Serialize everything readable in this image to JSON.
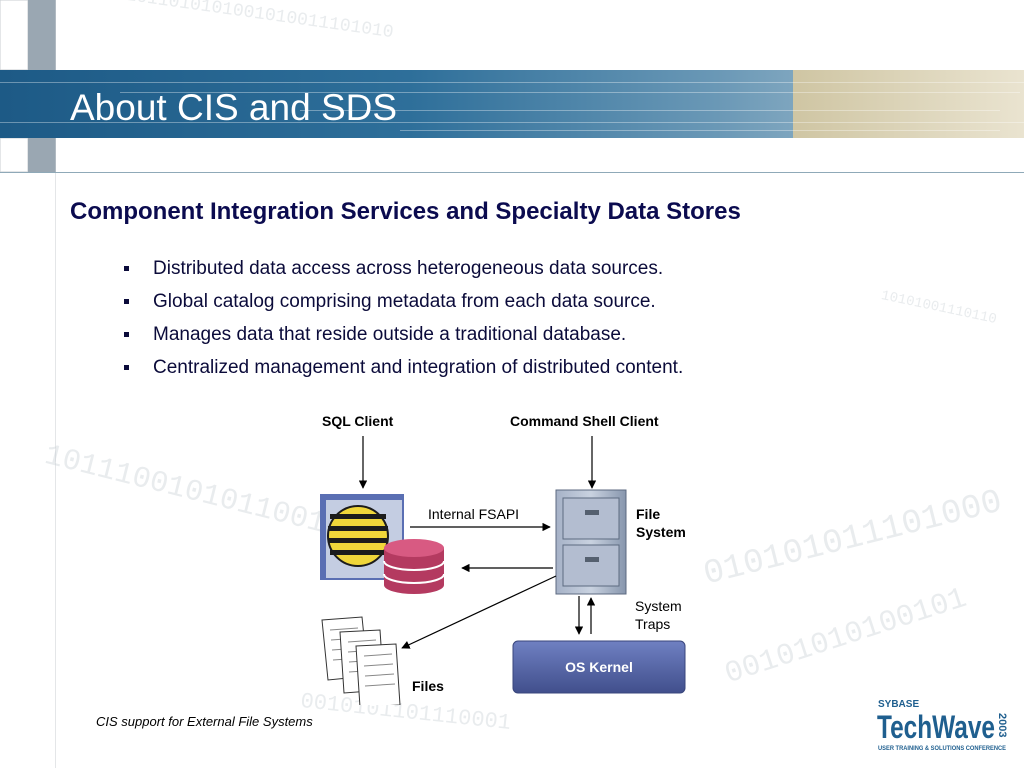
{
  "slide": {
    "title": "About CIS and SDS",
    "subtitle": "Component Integration Services and Specialty Data Stores",
    "bullets": [
      "Distributed data access across heterogeneous data sources.",
      "Global catalog comprising metadata from each data source.",
      "Manages data that reside outside a traditional database.",
      "Centralized management and integration of distributed content."
    ],
    "caption": "CIS support for External File Systems"
  },
  "diagram": {
    "sql_client": "SQL Client",
    "command_shell_client": "Command Shell Client",
    "internal_fsapi": "Internal FSAPI",
    "file_system_line1": "File",
    "file_system_line2": "System",
    "system_traps_line1": "System",
    "system_traps_line2": "Traps",
    "os_kernel": "OS Kernel",
    "files": "Files"
  },
  "logo": {
    "brand": "SYBASE",
    "name": "TechWave",
    "year": "2003",
    "tagline": "USER TRAINING & SOLUTIONS CONFERENCE"
  },
  "colors": {
    "banner": "#1d5a86",
    "title_text": "#ffffff",
    "subtitle_text": "#0b0b4f",
    "logo_blue": "#1f5f8f",
    "kernel": "#5464a6"
  }
}
